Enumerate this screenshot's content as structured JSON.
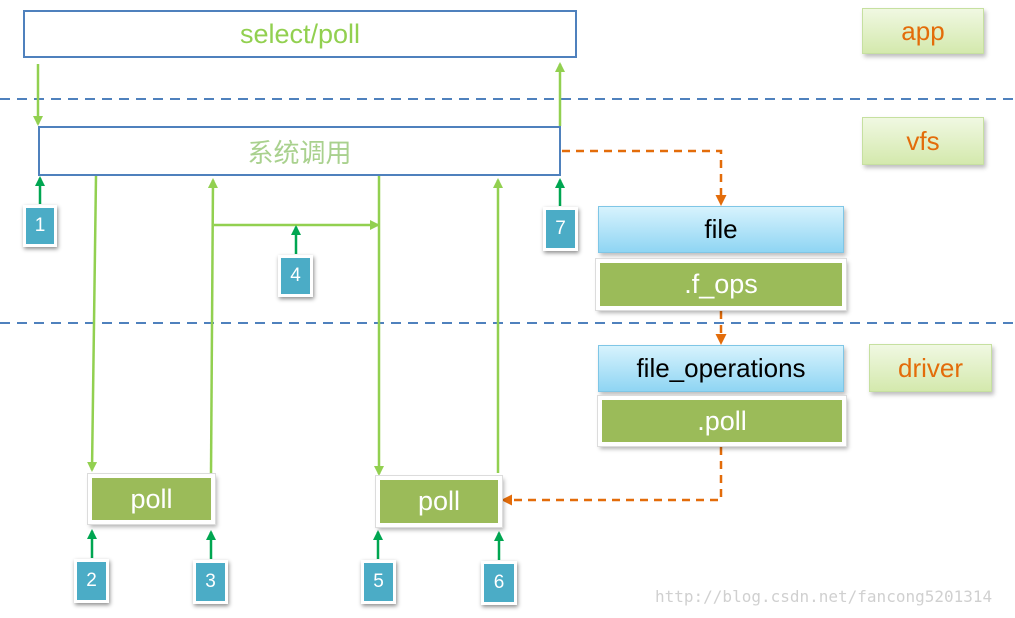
{
  "select_poll": "select/poll",
  "syscall": "系统调用",
  "layers": {
    "app": "app",
    "vfs": "vfs",
    "driver": "driver"
  },
  "file": "file",
  "f_ops": ".f_ops",
  "file_operations": "file_operations",
  "poll_member": ".poll",
  "poll_boxes": [
    "poll",
    "poll"
  ],
  "steps": [
    "1",
    "2",
    "3",
    "4",
    "5",
    "6",
    "7"
  ],
  "watermark": "http://blog.csdn.net/fancong5201314",
  "colors": {
    "flow_arrow": "#92d050",
    "step_arrow": "#00a651",
    "call_path": "#e36c0a",
    "layer_divider": "#4f81bd",
    "box_border": "#4f81bd",
    "member_fill": "#9bbb59",
    "badge_fill": "#4bacc6"
  }
}
